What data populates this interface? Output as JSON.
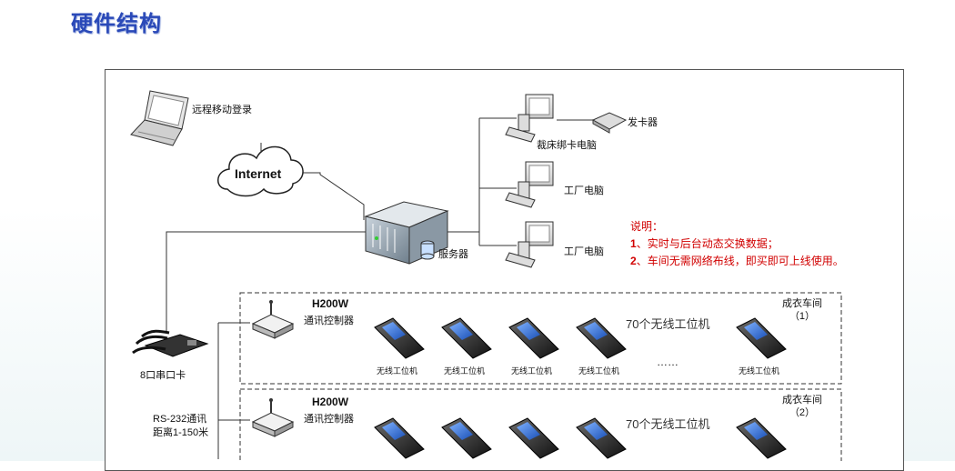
{
  "title": "硬件结构",
  "nodes": {
    "remote_login": "远程移动登录",
    "internet": "Internet",
    "server": "服务器",
    "card_pc": "裁床绑卡电脑",
    "card_issuer": "发卡器",
    "factory_pc_1": "工厂电脑",
    "factory_pc_2": "工厂电脑",
    "serial_card": "8口串口卡",
    "rs232_label": "RS-232通讯",
    "distance_label": "距离1-150米"
  },
  "notes": {
    "title": "说明：",
    "items": [
      {
        "num": "1",
        "text": "、实时与后台动态交换数据；"
      },
      {
        "num": "2",
        "text": "、车间无需网络布线，即买即可上线使用。"
      }
    ]
  },
  "workshops": [
    {
      "controller_model": "H200W",
      "controller_label": "通讯控制器",
      "workshop_name": "成衣车间",
      "workshop_num": "（1）",
      "count_label": "70个无线工位机",
      "ellipsis": "……",
      "terminal_labels": [
        "无线工位机",
        "无线工位机",
        "无线工位机",
        "无线工位机",
        "无线工位机"
      ]
    },
    {
      "controller_model": "H200W",
      "controller_label": "通讯控制器",
      "workshop_name": "成衣车间",
      "workshop_num": "（2）",
      "count_label": "70个无线工位机"
    }
  ],
  "colors": {
    "title": "#2a49b8",
    "note": "#d10000",
    "line": "#333333"
  },
  "icons": [
    "laptop-icon",
    "cloud-icon",
    "server-icon",
    "desktop-pc-icon",
    "card-reader-icon",
    "serial-card-icon",
    "router-icon",
    "terminal-icon"
  ]
}
